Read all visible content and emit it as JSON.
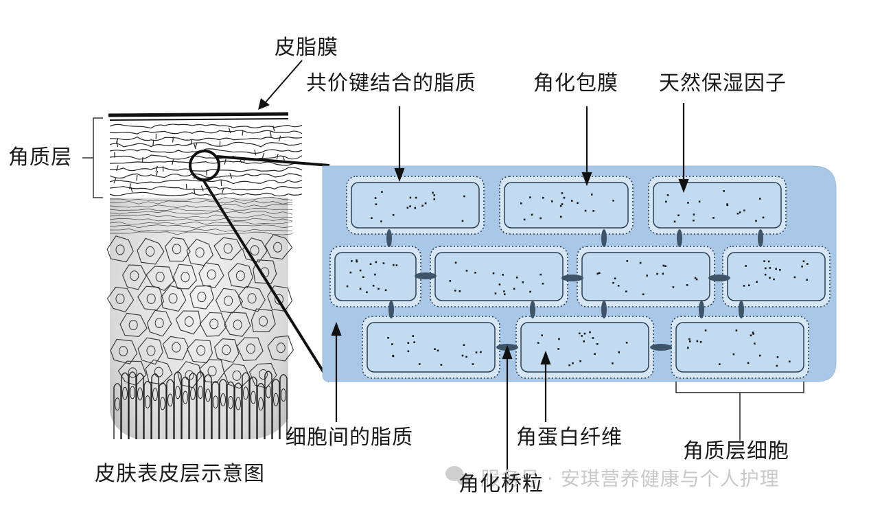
{
  "left_figure": {
    "caption": "皮肤表皮层示意图",
    "label_sebum": "皮脂膜",
    "label_stratum": "角质层"
  },
  "right_figure": {
    "label_covalent_lipid": "共价键结合的脂质",
    "label_cornified_envelope": "角化包膜",
    "label_nmf": "天然保湿因子",
    "label_intercellular_lipid": "细胞间的脂质",
    "label_keratin_fiber": "角蛋白纤维",
    "label_corneocyte": "角质层细胞",
    "label_desmosome": "角化桥粒"
  },
  "watermark": {
    "text": "服务号 · 安琪营养健康与个人护理"
  },
  "colors": {
    "matrix": "#a9c7e6",
    "cell_fill": "#c3dbf0",
    "cell_border": "#2a3e52",
    "desmosome": "#3e5468",
    "ink": "#1a1a1a"
  }
}
